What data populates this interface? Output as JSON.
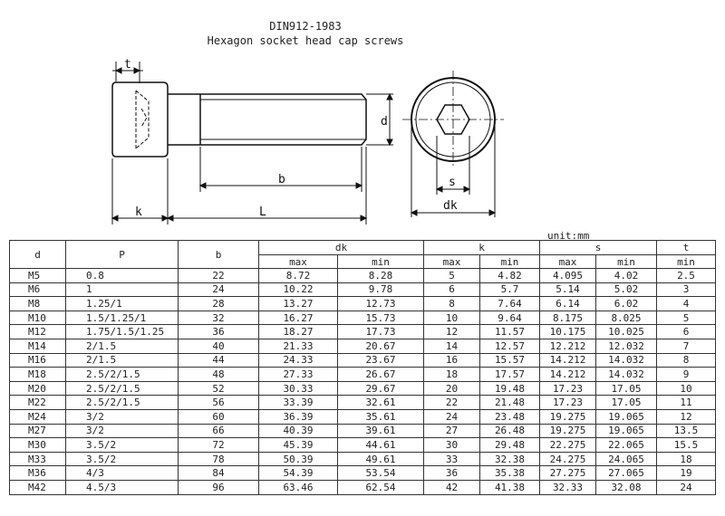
{
  "title": "DIN912-1983",
  "subtitle": "Hexagon socket head cap screws",
  "dimension_labels": {
    "t": "t",
    "d": "d",
    "b": "b",
    "k": "k",
    "L": "L",
    "s": "s",
    "dk": "dk"
  },
  "unit": "unit:mm",
  "headers": {
    "d": "d",
    "P": "P",
    "b": "b",
    "dk": "dk",
    "k": "k",
    "s": "s",
    "t": "t",
    "max": "max",
    "min": "min"
  },
  "rows": [
    {
      "d": "M5",
      "P": "0.8",
      "b": "22",
      "dk_max": "8.72",
      "dk_min": "8.28",
      "k_max": "5",
      "k_min": "4.82",
      "s_max": "4.095",
      "s_min": "4.02",
      "t_min": "2.5"
    },
    {
      "d": "M6",
      "P": "1",
      "b": "24",
      "dk_max": "10.22",
      "dk_min": "9.78",
      "k_max": "6",
      "k_min": "5.7",
      "s_max": "5.14",
      "s_min": "5.02",
      "t_min": "3"
    },
    {
      "d": "M8",
      "P": "1.25/1",
      "b": "28",
      "dk_max": "13.27",
      "dk_min": "12.73",
      "k_max": "8",
      "k_min": "7.64",
      "s_max": "6.14",
      "s_min": "6.02",
      "t_min": "4"
    },
    {
      "d": "M10",
      "P": "1.5/1.25/1",
      "b": "32",
      "dk_max": "16.27",
      "dk_min": "15.73",
      "k_max": "10",
      "k_min": "9.64",
      "s_max": "8.175",
      "s_min": "8.025",
      "t_min": "5"
    },
    {
      "d": "M12",
      "P": "1.75/1.5/1.25",
      "b": "36",
      "dk_max": "18.27",
      "dk_min": "17.73",
      "k_max": "12",
      "k_min": "11.57",
      "s_max": "10.175",
      "s_min": "10.025",
      "t_min": "6"
    },
    {
      "d": "M14",
      "P": "2/1.5",
      "b": "40",
      "dk_max": "21.33",
      "dk_min": "20.67",
      "k_max": "14",
      "k_min": "12.57",
      "s_max": "12.212",
      "s_min": "12.032",
      "t_min": "7"
    },
    {
      "d": "M16",
      "P": "2/1.5",
      "b": "44",
      "dk_max": "24.33",
      "dk_min": "23.67",
      "k_max": "16",
      "k_min": "15.57",
      "s_max": "14.212",
      "s_min": "14.032",
      "t_min": "8"
    },
    {
      "d": "M18",
      "P": "2.5/2/1.5",
      "b": "48",
      "dk_max": "27.33",
      "dk_min": "26.67",
      "k_max": "18",
      "k_min": "17.57",
      "s_max": "14.212",
      "s_min": "14.032",
      "t_min": "9"
    },
    {
      "d": "M20",
      "P": "2.5/2/1.5",
      "b": "52",
      "dk_max": "30.33",
      "dk_min": "29.67",
      "k_max": "20",
      "k_min": "19.48",
      "s_max": "17.23",
      "s_min": "17.05",
      "t_min": "10"
    },
    {
      "d": "M22",
      "P": "2.5/2/1.5",
      "b": "56",
      "dk_max": "33.39",
      "dk_min": "32.61",
      "k_max": "22",
      "k_min": "21.48",
      "s_max": "17.23",
      "s_min": "17.05",
      "t_min": "11"
    },
    {
      "d": "M24",
      "P": "3/2",
      "b": "60",
      "dk_max": "36.39",
      "dk_min": "35.61",
      "k_max": "24",
      "k_min": "23.48",
      "s_max": "19.275",
      "s_min": "19.065",
      "t_min": "12"
    },
    {
      "d": "M27",
      "P": "3/2",
      "b": "66",
      "dk_max": "40.39",
      "dk_min": "39.61",
      "k_max": "27",
      "k_min": "26.48",
      "s_max": "19.275",
      "s_min": "19.065",
      "t_min": "13.5"
    },
    {
      "d": "M30",
      "P": "3.5/2",
      "b": "72",
      "dk_max": "45.39",
      "dk_min": "44.61",
      "k_max": "30",
      "k_min": "29.48",
      "s_max": "22.275",
      "s_min": "22.065",
      "t_min": "15.5"
    },
    {
      "d": "M33",
      "P": "3.5/2",
      "b": "78",
      "dk_max": "50.39",
      "dk_min": "49.61",
      "k_max": "33",
      "k_min": "32.38",
      "s_max": "24.275",
      "s_min": "24.065",
      "t_min": "18"
    },
    {
      "d": "M36",
      "P": "4/3",
      "b": "84",
      "dk_max": "54.39",
      "dk_min": "53.54",
      "k_max": "36",
      "k_min": "35.38",
      "s_max": "27.275",
      "s_min": "27.065",
      "t_min": "19"
    },
    {
      "d": "M42",
      "P": "4.5/3",
      "b": "96",
      "dk_max": "63.46",
      "dk_min": "62.54",
      "k_max": "42",
      "k_min": "41.38",
      "s_max": "32.33",
      "s_min": "32.08",
      "t_min": "24"
    }
  ]
}
